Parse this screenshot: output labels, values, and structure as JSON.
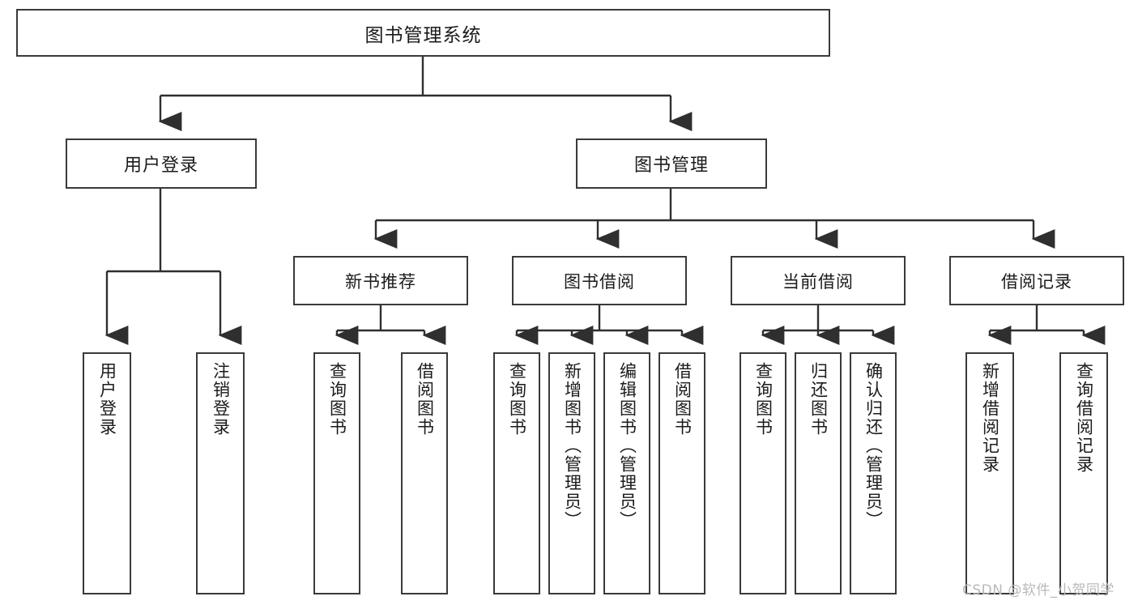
{
  "diagram": {
    "title": "图书管理系统",
    "type": "tree",
    "root": {
      "label": "图书管理系统",
      "id": "root"
    },
    "level1": [
      {
        "id": "user-login",
        "label": "用户登录"
      },
      {
        "id": "book-manage",
        "label": "图书管理"
      }
    ],
    "level2": [
      {
        "id": "new-book-recommend",
        "label": "新书推荐",
        "parent": "book-manage"
      },
      {
        "id": "book-borrow",
        "label": "图书借阅",
        "parent": "book-manage"
      },
      {
        "id": "current-borrow",
        "label": "当前借阅",
        "parent": "book-manage"
      },
      {
        "id": "borrow-record",
        "label": "借阅记录",
        "parent": "book-manage"
      }
    ],
    "leaves": [
      {
        "id": "leaf-user-login",
        "label": "用户登录",
        "parent": "user-login"
      },
      {
        "id": "leaf-logout-login",
        "label": "注销登录",
        "parent": "user-login"
      },
      {
        "id": "leaf-query-book-1",
        "label": "查询图书",
        "parent": "new-book-recommend"
      },
      {
        "id": "leaf-borrow-book-1",
        "label": "借阅图书",
        "parent": "new-book-recommend"
      },
      {
        "id": "leaf-query-book-2",
        "label": "查询图书",
        "parent": "book-borrow"
      },
      {
        "id": "leaf-add-book",
        "label": "新增图书（管理员）",
        "parent": "book-borrow"
      },
      {
        "id": "leaf-edit-book",
        "label": "编辑图书（管理员）",
        "parent": "book-borrow"
      },
      {
        "id": "leaf-borrow-book-2",
        "label": "借阅图书",
        "parent": "book-borrow"
      },
      {
        "id": "leaf-query-book-3",
        "label": "查询图书",
        "parent": "current-borrow"
      },
      {
        "id": "leaf-return-book",
        "label": "归还图书",
        "parent": "current-borrow"
      },
      {
        "id": "leaf-confirm-return",
        "label": "确认归还（管理员）",
        "parent": "current-borrow"
      },
      {
        "id": "leaf-add-record",
        "label": "新增借阅记录",
        "parent": "borrow-record"
      },
      {
        "id": "leaf-query-record",
        "label": "查询借阅记录",
        "parent": "borrow-record"
      }
    ]
  },
  "watermark": {
    "text": "CSDN @软件_小贺同学"
  },
  "colors": {
    "box_border": "#3a3a3a",
    "connector": "#2f2f2f",
    "background": "#ffffff",
    "text": "#1b1b1b",
    "watermark": "#b9b9b9"
  }
}
